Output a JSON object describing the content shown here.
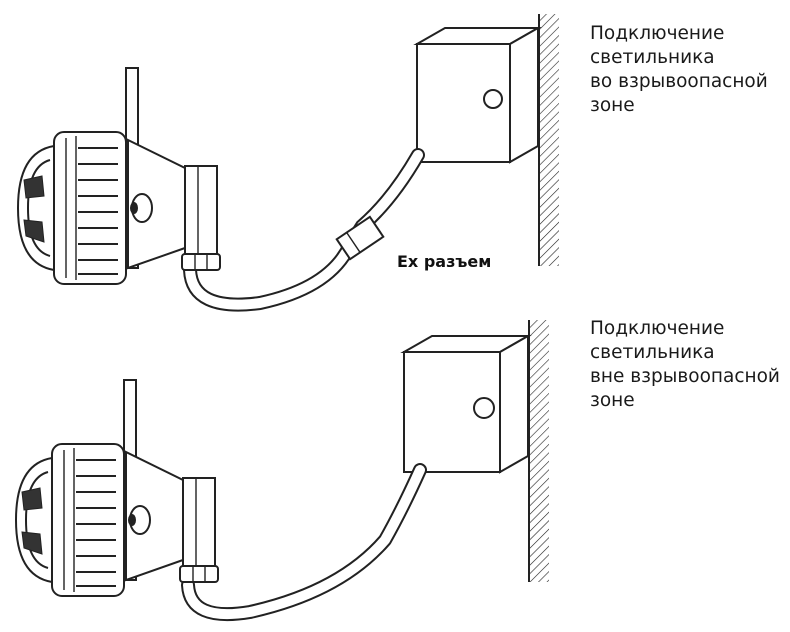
{
  "captions": {
    "top": [
      "Подключение",
      "светильника",
      "во взрывоопасной",
      "зоне"
    ],
    "bottom": [
      "Подключение",
      "светильника",
      "вне взрывоопасной",
      "зоне"
    ]
  },
  "connector_label": "Ex разъем",
  "colors": {
    "line": "#222222",
    "background": "#ffffff"
  }
}
